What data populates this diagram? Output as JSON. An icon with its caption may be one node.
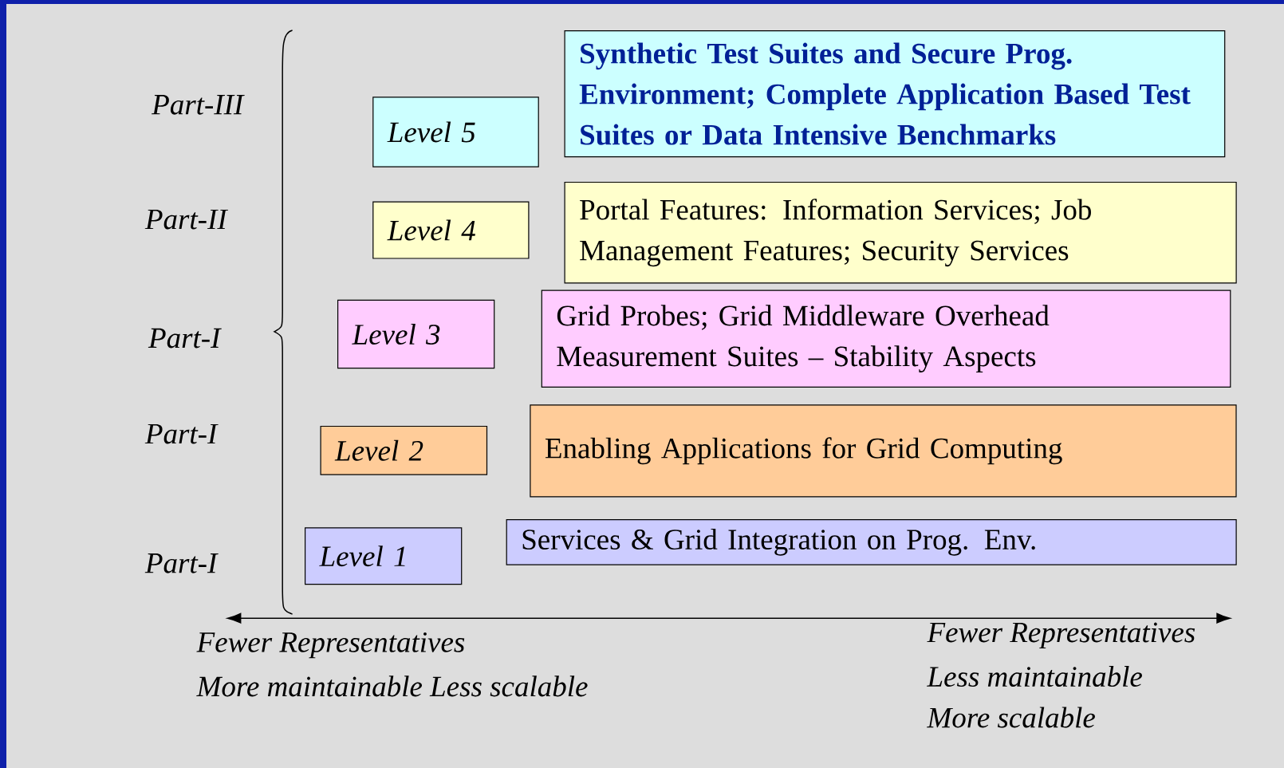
{
  "diagram": {
    "nodes": [
      {
        "text": [
          "Level 5"
        ]
      },
      {
        "text": [
          "Synthetic Test Suites and Secure Prog. Environment; Complete Application Based Test Suites or Data Intensive Benchmarks"
        ]
      },
      {
        "text": [
          "Level 4"
        ]
      },
      {
        "text": [
          "Portal Features: Information Services; Job Management Features; Security Services"
        ]
      },
      {
        "text": [
          "Level 3"
        ]
      },
      {
        "text": [
          "Grid Probes; Grid Middleware Overhead Measurement Suites – Stability Aspects"
        ]
      },
      {
        "text": [
          "Level 2"
        ]
      },
      {
        "text": [
          "Enabling Applications for Grid Computing"
        ]
      },
      {
        "text": [
          "Level 1"
        ]
      },
      {
        "text": [
          "Services & Grid Integration on Prog. Env."
        ]
      }
    ],
    "labels": [
      "Part-III",
      "Part-II",
      "Part-I",
      "Part-I",
      "Part-I",
      "Fewer Representatives",
      "More maintainable Less scalable",
      "Fewer Representatives",
      "Less maintainable",
      "More scalable"
    ]
  }
}
